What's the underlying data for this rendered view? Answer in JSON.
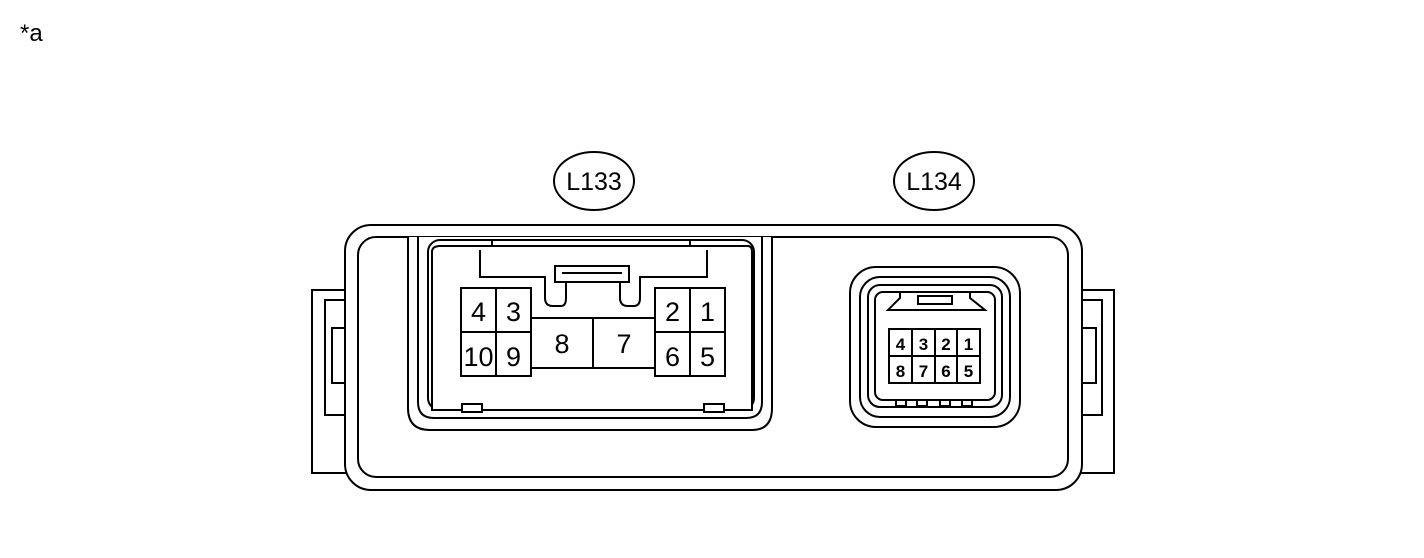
{
  "figure_label": "*a",
  "connectors": {
    "left": {
      "id": "L133",
      "pins": {
        "p1": "1",
        "p2": "2",
        "p3": "3",
        "p4": "4",
        "p5": "5",
        "p6": "6",
        "p7": "7",
        "p8": "8",
        "p9": "9",
        "p10": "10"
      }
    },
    "right": {
      "id": "L134",
      "pins": {
        "p1": "1",
        "p2": "2",
        "p3": "3",
        "p4": "4",
        "p5": "5",
        "p6": "6",
        "p7": "7",
        "p8": "8"
      }
    }
  }
}
